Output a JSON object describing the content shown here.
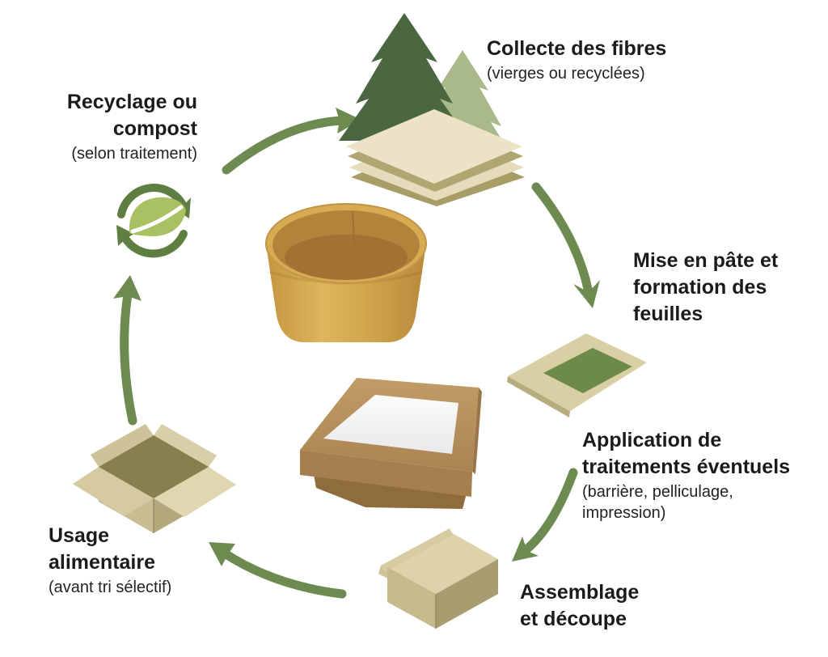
{
  "stages": {
    "collecte": {
      "label": "Collecte des fibres",
      "sublabel": "(vierges ou recyclées)"
    },
    "mise_en_pate": {
      "label": "Mise en pâte et formation des feuilles"
    },
    "traitements": {
      "label": "Application de traitements éventuels",
      "sublabel": "(barrière, pelliculage, impression)"
    },
    "assemblage": {
      "label": "Assemblage et découpe"
    },
    "usage": {
      "label": "Usage alimentaire",
      "sublabel": "(avant tri sélectif)"
    },
    "recyclage": {
      "label": "Recyclage ou compost",
      "sublabel": "(selon traitement)"
    }
  },
  "icons": {
    "trees": "pine-trees-icon",
    "paper_stack": "paper-sheets-stack-icon",
    "recycle_leaf": "recycle-leaf-icon",
    "bowl": "kraft-round-bowl-image",
    "pulp_sheet": "pulp-sheet-icon",
    "window_box": "kraft-window-box-image",
    "closed_box": "folded-box-icon",
    "open_box": "open-box-icon"
  },
  "colors": {
    "arrow_green": "#6d8b50",
    "recycle_green": "#5f7f42",
    "leaf_green": "#a9c162",
    "tree_dark": "#4a6741",
    "tree_light": "#a9b98a",
    "sheet_cream": "#ece3c6",
    "sheet_olive": "#aca06a",
    "pulp_green": "#6d8a49",
    "kraft_brown": "#b9935f",
    "bowl_tan": "#d2a74f"
  }
}
